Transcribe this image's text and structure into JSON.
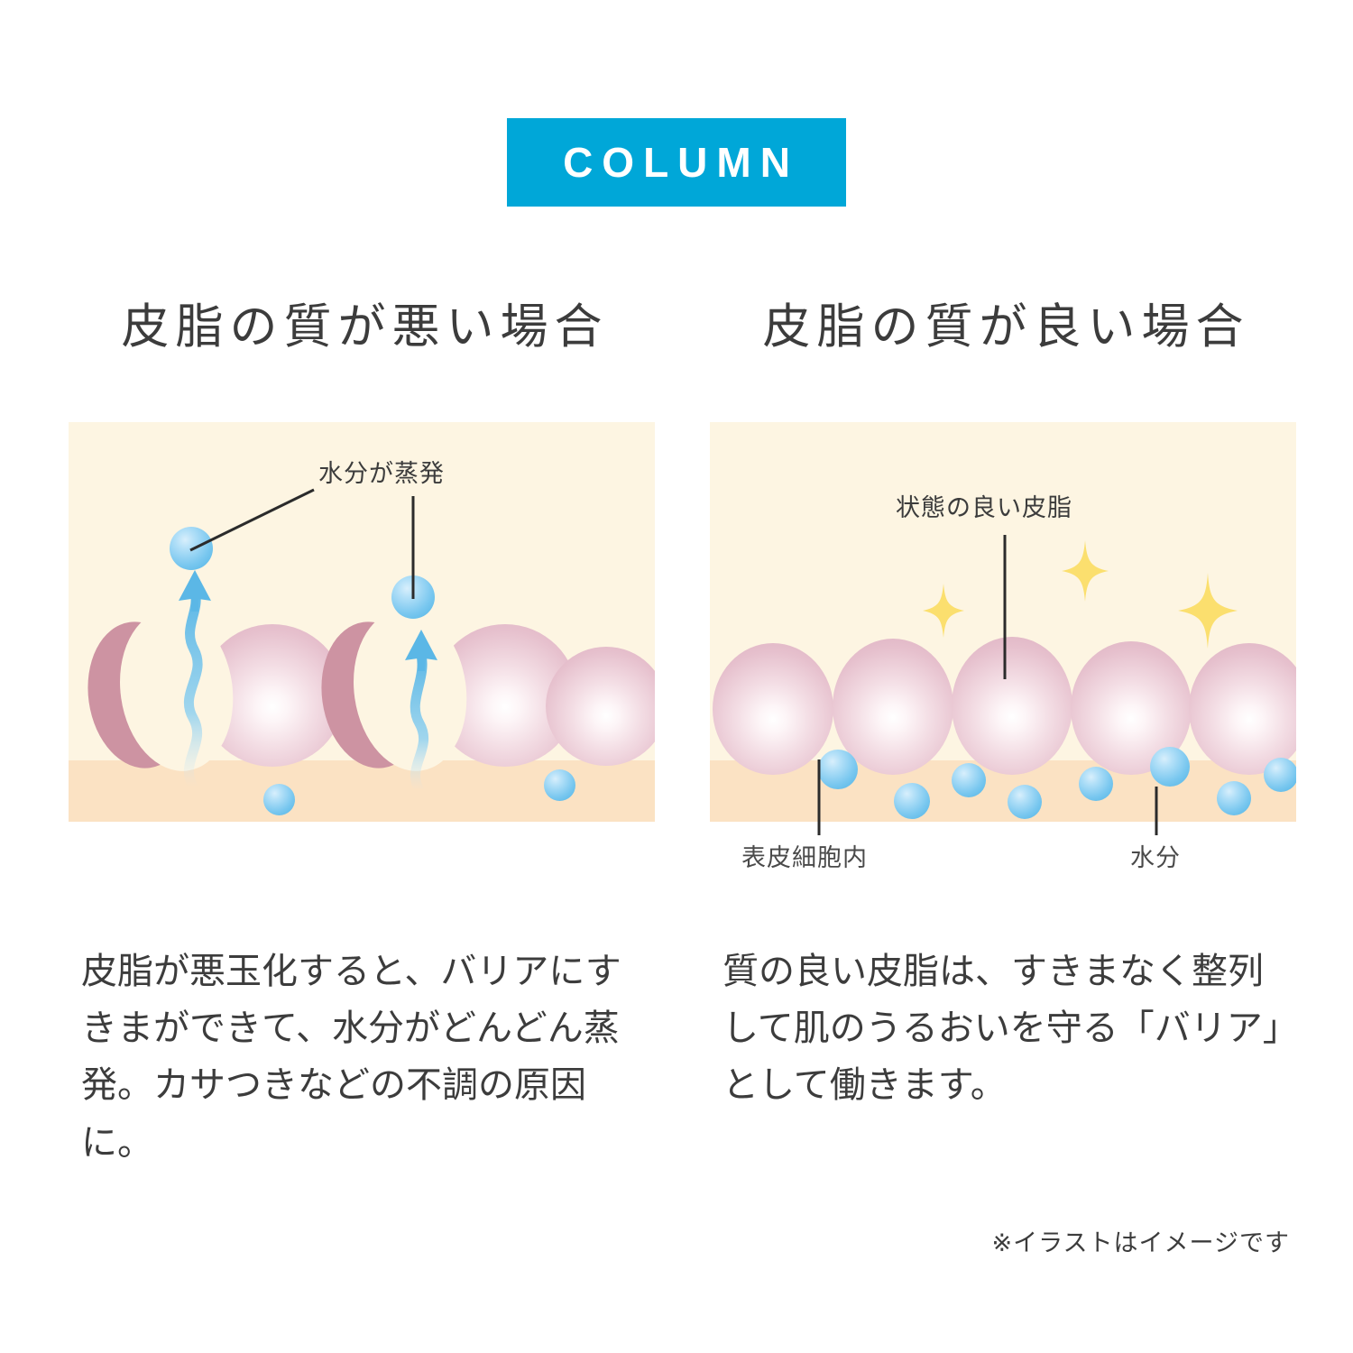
{
  "badge": {
    "label": "COLUMN",
    "color": "#00A7D8"
  },
  "columns": [
    {
      "title": "皮脂の質が悪い場合",
      "illustration": {
        "label_evaporation": "水分が蒸発"
      },
      "body": "皮脂が悪玉化すると、バリアにすきまができて、水分がどんどん蒸発。カサつきなどの不調の原因に。"
    },
    {
      "title": "皮脂の質が良い場合",
      "illustration": {
        "label_good_sebum": "状態の良い皮脂",
        "label_epidermal_cell": "表皮細胞内",
        "label_moisture": "水分"
      },
      "body": "質の良い皮脂は、すきまなく整列して肌のうるおいを守る「バリア」として働きます。"
    }
  ],
  "footnote": "※イラストはイメージです",
  "palette": {
    "panel_upper": "#FDF5E2",
    "panel_skin": "#FBE2C3",
    "sebum_pink": "#DCAEBF",
    "sebum_damaged": "#CD93A2",
    "water_blue": "#4FB3E4",
    "sparkle_yellow": "#FBDF6E",
    "text": "#3C3C3C"
  }
}
